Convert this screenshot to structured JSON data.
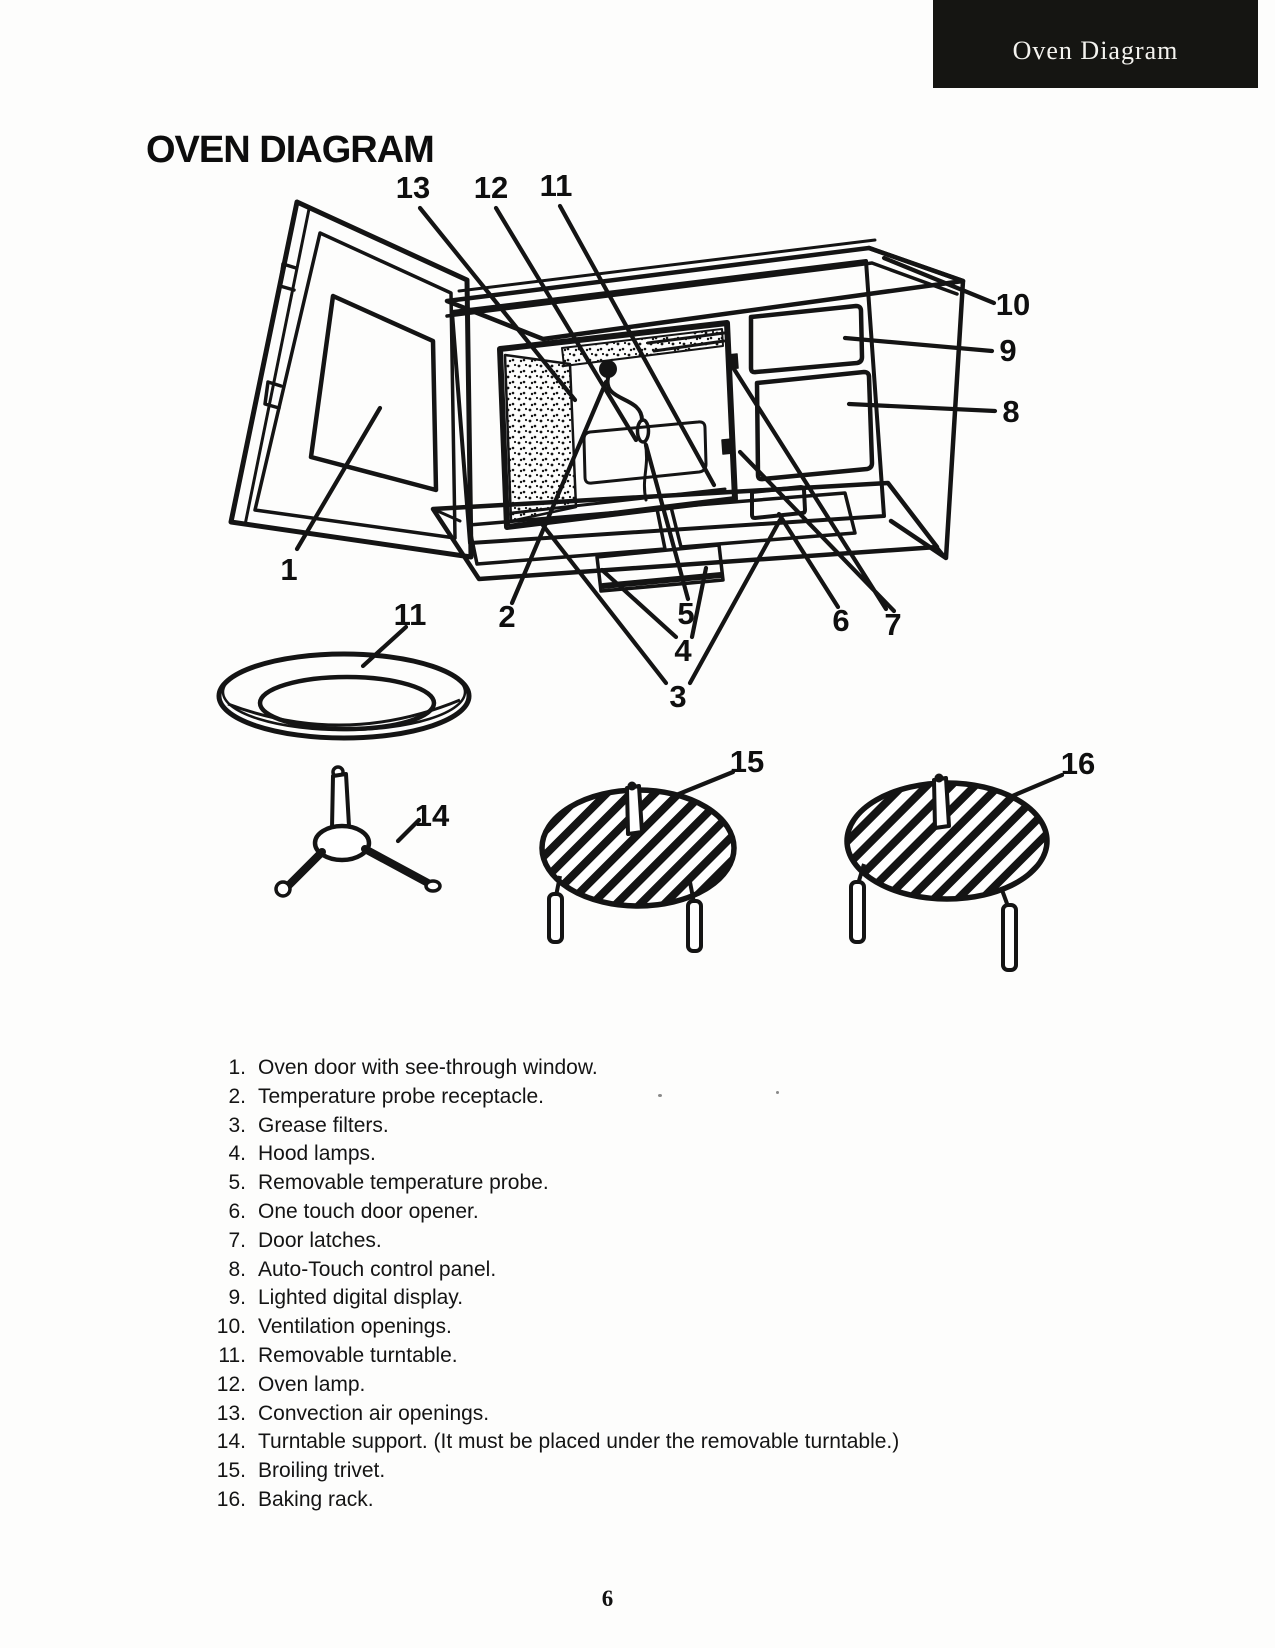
{
  "header": {
    "tab_label": "Oven Diagram"
  },
  "title": "OVEN DIAGRAM",
  "page_number": "6",
  "diagram": {
    "callouts": [
      {
        "label": "13"
      },
      {
        "label": "12"
      },
      {
        "label": "11"
      },
      {
        "label": "10"
      },
      {
        "label": "9"
      },
      {
        "label": "8"
      },
      {
        "label": "1"
      },
      {
        "label": "11"
      },
      {
        "label": "2"
      },
      {
        "label": "5"
      },
      {
        "label": "4"
      },
      {
        "label": "3"
      },
      {
        "label": "6"
      },
      {
        "label": "7"
      },
      {
        "label": "14"
      },
      {
        "label": "15"
      },
      {
        "label": "16"
      }
    ]
  },
  "parts_list": {
    "items": [
      {
        "number": "1.",
        "text": "Oven door with see-through window."
      },
      {
        "number": "2.",
        "text": "Temperature probe receptacle."
      },
      {
        "number": "3.",
        "text": "Grease filters."
      },
      {
        "number": "4.",
        "text": "Hood lamps."
      },
      {
        "number": "5.",
        "text": "Removable temperature probe."
      },
      {
        "number": "6.",
        "text": "One touch door opener."
      },
      {
        "number": "7.",
        "text": "Door latches."
      },
      {
        "number": "8.",
        "text": "Auto-Touch control panel."
      },
      {
        "number": "9.",
        "text": "Lighted digital display."
      },
      {
        "number": "10.",
        "text": "Ventilation openings."
      },
      {
        "number": "11.",
        "text": "Removable turntable."
      },
      {
        "number": "12.",
        "text": "Oven lamp."
      },
      {
        "number": "13.",
        "text": "Convection air openings."
      },
      {
        "number": "14.",
        "text": "Turntable support. (It must be placed under the removable turntable.)"
      },
      {
        "number": "15.",
        "text": "Broiling trivet."
      },
      {
        "number": "16.",
        "text": "Baking rack."
      }
    ]
  }
}
